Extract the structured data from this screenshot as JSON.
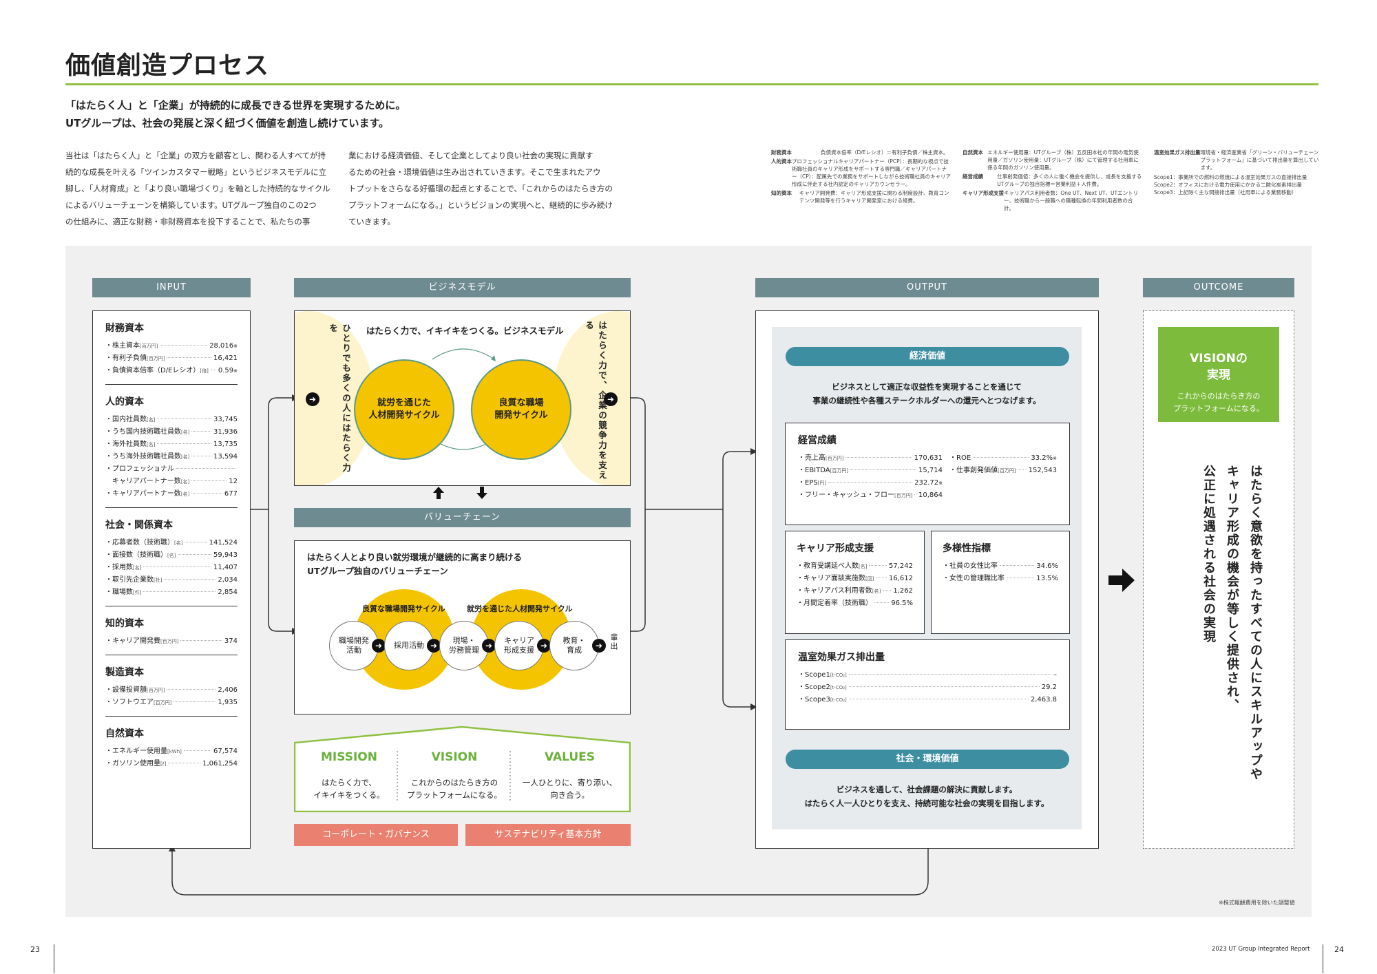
{
  "page_title": "価値創造プロセス",
  "lead": [
    "「はたらく人」と「企業」が持続的に成長できる世界を実現するために。",
    "UTグループは、社会の発展と深く紐づく価値を創造し続けています。"
  ],
  "intro_col1": [
    "当社は「はたらく人」と「企業」の双方を顧客とし、関わる人すべてが持",
    "続的な成長を叶える「ツインカスタマー戦略」というビジネスモデルに立",
    "脚し、「人材育成」と「より良い職場づくり」を軸とした持続的なサイクル",
    "によるバリューチェーンを構築しています。UTグループ独自のこの2つ",
    "の仕組みに、適正な財務・非財務資本を投下することで、私たちの事"
  ],
  "intro_col2": [
    "業における経済価値、そして企業としてより良い社会の実現に貢献す",
    "るための社会・環境価値は生み出されていきます。そこで生まれたアウ",
    "トプットをさらなる好循環の起点とすることで、「これからのはたらき方の",
    "プラットフォームになる。」というビジョンの実現へと、継続的に歩み続け",
    "ていきます。"
  ],
  "notes": {
    "col1": [
      {
        "k": "財務資本",
        "v": "負債資本倍率（D/Eレシオ）＝有利子負債／株主資本。"
      },
      {
        "k": "人的資本",
        "v": "プロフェッショナルキャリアパートナー（PCP）：長期的な視点で技術職社員のキャリア形成をサポートする専門職／キャリアパートナー（CP）：配属先での業務をサポートしながら技術職社員のキャリア形成に伴走する社内認定のキャリアカウンセラー。"
      },
      {
        "k": "知的資本",
        "v": "キャリア開発費：キャリア形成支援に関わる制度設計、教育コンテンツ開発等を行うキャリア開発室における経費。"
      }
    ],
    "col2": [
      {
        "k": "自然資本",
        "v": "エネルギー使用量：UTグループ（株）五反田本社の年間の電気使用量／ガソリン使用量：UTグループ（株）にて管理する社用車に係る年間のガソリン使用量。"
      },
      {
        "k": "経営成績",
        "v": "仕事創発価値：多くの人に働く機会を提供し、成長を支援するUTグループの独自指標＝営業利益＋人件費。"
      },
      {
        "k": "キャリア形成支援",
        "v": "キャリアパス利用者数：One UT、Next UT、UTエントリー、技術職から一般職への職種転換の年間利用者数の合計。"
      }
    ],
    "col3": [
      {
        "k": "温室効果ガス排出量",
        "v": "環境省・経済産業省「グリーン・バリューチェーンプラットフォーム」に基づいて排出量を算出しています。"
      },
      {
        "k": "",
        "v": "Scope1：事業所での燃料の燃焼による温室効果ガスの直接排出量"
      },
      {
        "k": "",
        "v": "Scope2：オフィスにおける電力使用にかかる二酸化炭素排出量"
      },
      {
        "k": "",
        "v": "Scope3：上記除く主な間接排出量（社用車による業務移動）"
      }
    ]
  },
  "headers": {
    "input": "INPUT",
    "business_model": "ビジネスモデル",
    "value_chain": "バリューチェーン",
    "output": "OUTPUT",
    "outcome": "OUTCOME"
  },
  "input": [
    {
      "title": "財務資本",
      "items": [
        {
          "label": "・株主資本",
          "unit": "[百万円]",
          "value": "28,016",
          "mark": "※"
        },
        {
          "label": "・有利子負債",
          "unit": "[百万円]",
          "value": "16,421",
          "mark": ""
        },
        {
          "label": "・負債資本倍率（D/Eレシオ）",
          "unit": "[倍]",
          "value": "0.59",
          "mark": "※"
        }
      ]
    },
    {
      "title": "人的資本",
      "items": [
        {
          "label": "・国内社員数",
          "unit": "[名]",
          "value": "33,745",
          "mark": ""
        },
        {
          "label": "・うち国内技術職社員数",
          "unit": "[名]",
          "value": "31,936",
          "mark": ""
        },
        {
          "label": "・海外社員数",
          "unit": "[名]",
          "value": "13,735",
          "mark": ""
        },
        {
          "label": "・うち海外技術職社員数",
          "unit": "[名]",
          "value": "13,594",
          "mark": ""
        },
        {
          "label": "・プロフェッショナル",
          "unit": "",
          "value": "",
          "mark": ""
        },
        {
          "label": "　キャリアパートナー数",
          "unit": "[名]",
          "value": "12",
          "mark": ""
        },
        {
          "label": "・キャリアパートナー数",
          "unit": "[名]",
          "value": "677",
          "mark": ""
        }
      ]
    },
    {
      "title": "社会・関係資本",
      "items": [
        {
          "label": "・応募者数（技術職）",
          "unit": "[名]",
          "value": "141,524",
          "mark": ""
        },
        {
          "label": "・面接数（技術職）",
          "unit": "[名]",
          "value": "59,943",
          "mark": ""
        },
        {
          "label": "・採用数",
          "unit": "[名]",
          "value": "11,407",
          "mark": ""
        },
        {
          "label": "・取引先企業数",
          "unit": "[社]",
          "value": "2,034",
          "mark": ""
        },
        {
          "label": "・職場数",
          "unit": "[件]",
          "value": "2,854",
          "mark": ""
        }
      ]
    },
    {
      "title": "知的資本",
      "items": [
        {
          "label": "・キャリア開発費",
          "unit": "[百万円]",
          "value": "374",
          "mark": ""
        }
      ]
    },
    {
      "title": "製造資本",
      "items": [
        {
          "label": "・設備投資額",
          "unit": "[百万円]",
          "value": "2,406",
          "mark": ""
        },
        {
          "label": "・ソフトウエア",
          "unit": "[百万円]",
          "value": "1,935",
          "mark": ""
        }
      ]
    },
    {
      "title": "自然資本",
      "items": [
        {
          "label": "・エネルギー使用量",
          "unit": "[kWh]",
          "value": "67,574",
          "mark": ""
        },
        {
          "label": "・ガソリン使用量",
          "unit": "[ℓ]",
          "value": "1,061,254",
          "mark": ""
        }
      ]
    }
  ],
  "business_model": {
    "title": "はたらく力で、イキイキをつくる。ビジネスモデル",
    "left_vertical": "ひとりでも多くの人にはたらく力を",
    "right_vertical": "はたらく力で、企業の競争力を支える",
    "circle_left": [
      "就労を通じた",
      "人材開発サイクル"
    ],
    "circle_right": [
      "良質な職場",
      "開発サイクル"
    ]
  },
  "value_chain": {
    "title": [
      "はたらく人とより良い就労環境が継続的に高まり続ける",
      "UTグループ独自のバリューチェーン"
    ],
    "cycle_left": "良質な職場開発サイクル",
    "cycle_right": "就労を通じた人材開発サイクル",
    "nodes": [
      [
        "職場開発",
        "活動"
      ],
      [
        "採用活動"
      ],
      [
        "現場・",
        "労務管理"
      ],
      [
        "キャリア",
        "形成支援"
      ],
      [
        "教育・",
        "育成"
      ]
    ],
    "end": "輩出"
  },
  "mvv": [
    {
      "h": "MISSION",
      "t": [
        "はたらく力で、",
        "イキイキをつくる。"
      ]
    },
    {
      "h": "VISION",
      "t": [
        "これからのはたらき方の",
        "プラットフォームになる。"
      ]
    },
    {
      "h": "VALUES",
      "t": [
        "一人ひとりに、寄り添い、",
        "向き合う。"
      ]
    }
  ],
  "governance": [
    "コーポレート・ガバナンス",
    "サステナビリティ基本方針"
  ],
  "output": {
    "economic_pill": "経済価値",
    "economic_text": [
      "ビジネスとして適正な収益性を実現することを通じて",
      "事業の継続性や各種ステークホルダーへの還元へとつなげます。"
    ],
    "business_results": {
      "title": "経営成績",
      "left": [
        {
          "label": "・売上高",
          "unit": "[百万円]",
          "value": "170,631",
          "mark": ""
        },
        {
          "label": "・EBITDA",
          "unit": "[百万円]",
          "value": "15,714",
          "mark": ""
        },
        {
          "label": "・EPS",
          "unit": "[円]",
          "value": "232.72",
          "mark": "※"
        },
        {
          "label": "・フリー・キャッシュ・フロー",
          "unit": "[百万円]",
          "value": "10,864",
          "mark": ""
        }
      ],
      "right": [
        {
          "label": "・ROE",
          "unit": "",
          "value": "33.2%",
          "mark": "※"
        },
        {
          "label": "・仕事創発価値",
          "unit": "[百万円]",
          "value": "152,543",
          "mark": ""
        }
      ]
    },
    "career": {
      "title": "キャリア形成支援",
      "items": [
        {
          "label": "・教育受講延べ人数",
          "unit": "[名]",
          "value": "57,242",
          "mark": ""
        },
        {
          "label": "・キャリア面談実施数",
          "unit": "[回]",
          "value": "16,612",
          "mark": ""
        },
        {
          "label": "・キャリアパス利用者数",
          "unit": "[名]",
          "value": "1,262",
          "mark": ""
        },
        {
          "label": "・月間定着率（技術職）",
          "unit": "",
          "value": "96.5%",
          "mark": ""
        }
      ]
    },
    "diversity": {
      "title": "多様性指標",
      "items": [
        {
          "label": "・社員の女性比率",
          "unit": "",
          "value": "34.6%",
          "mark": ""
        },
        {
          "label": "・女性の管理職比率",
          "unit": "",
          "value": "13.5%",
          "mark": ""
        }
      ]
    },
    "ghg": {
      "title": "温室効果ガス排出量",
      "items": [
        {
          "label": "・Scope1",
          "unit": "[t-CO₂]",
          "value": "–",
          "mark": ""
        },
        {
          "label": "・Scope2",
          "unit": "[t-CO₂]",
          "value": "29.2",
          "mark": ""
        },
        {
          "label": "・Scope3",
          "unit": "[t-CO₂]",
          "value": "2,463.8",
          "mark": ""
        }
      ]
    },
    "social_pill": "社会・環境価値",
    "social_text": [
      "ビジネスを通して、社会課題の解決に貢献します。",
      "はたらく人一人ひとりを支え、持続可能な社会の実現を目指します。"
    ]
  },
  "outcome": {
    "vision_title": [
      "VISIONの",
      "実現"
    ],
    "vision_text": [
      "これからのはたらき方の",
      "プラットフォームになる。"
    ],
    "vertical_lines": [
      "はたらく意欲を持ったすべての人にスキルアップや",
      "キャリア形成の機会が等しく提供され、",
      "公正に処遇される社会の実現"
    ]
  },
  "footnote": "※株式報酬費用を除いた調整値",
  "footer": {
    "page_left": "23",
    "page_right": "24",
    "report": "2023 UT Group Integrated Report"
  },
  "colors": {
    "accent_green": "#8fc043",
    "header_gray": "#6f8b92",
    "pill_teal": "#3d8ea1",
    "yellow": "#f5c400",
    "salmon": "#e98070",
    "vision_green": "#7dbb3c"
  }
}
